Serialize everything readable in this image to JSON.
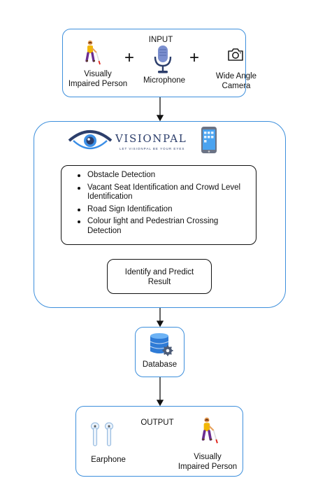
{
  "input": {
    "title": "INPUT",
    "person_label": "Visually\nImpaired Person",
    "plus": "+",
    "microphone_label": "Microphone",
    "camera_label": "Wide Angle\nCamera"
  },
  "brand": {
    "name": "VISIONPAL",
    "tagline": "LET VISIONPAL BE YOUR EYES"
  },
  "features": [
    "Obstacle Detection",
    "Vacant Seat Identification and Crowd Level Identification",
    "Road Sign Identification",
    "Colour light and Pedestrian Crossing Detection"
  ],
  "predict_label": "Identify and Predict Result",
  "database_label": "Database",
  "output": {
    "title": "OUTPUT",
    "earphone_label": "Earphone",
    "person_label": "Visually\nImpaired Person"
  },
  "colors": {
    "box_border": "#3d8fdc",
    "brand_navy": "#2c3e6b",
    "brand_blue": "#3a8ee6"
  },
  "icons": {
    "person": "person-with-cane-icon",
    "microphone": "microphone-icon",
    "camera": "camera-icon",
    "phone": "smartphone-icon",
    "database": "database-gear-icon",
    "earphone": "earbuds-icon",
    "eye": "eye-logo-icon"
  }
}
